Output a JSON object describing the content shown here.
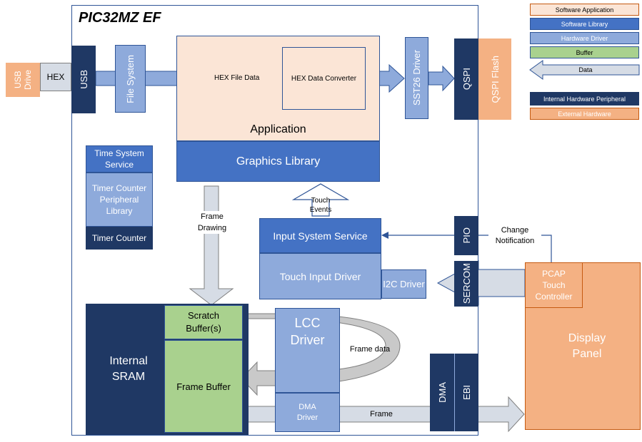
{
  "title": "PIC32MZ EF",
  "blocks": {
    "usb_drive": "USB Drive",
    "hex": "HEX",
    "usb": "USB",
    "file_system": "File System",
    "application": "Application",
    "hex_converter": "HEX Data Converter",
    "graphics_library": "Graphics Library",
    "sst26_driver": "SST26 Driver",
    "qspi": "QSPI",
    "qspi_flash": "QSPI Flash",
    "time_system_service": "Time System Service",
    "timer_counter_plib": "Timer Counter Peripheral Library",
    "timer_counter": "Timer Counter",
    "input_system_service": "Input System Service",
    "touch_input_driver": "Touch Input Driver",
    "i2c_driver": "I2C Driver",
    "pio": "PIO",
    "sercom": "SERCOM",
    "internal_sram": "Internal SRAM",
    "scratch_buffers": "Scratch Buffer(s)",
    "frame_buffer": "Frame Buffer",
    "lcc_driver": "LCC Driver",
    "dma_driver": "DMA Driver",
    "dma": "DMA",
    "ebi": "EBI",
    "pcap_touch_controller": "PCAP Touch Controller",
    "display_panel": "Display Panel"
  },
  "labels": {
    "hex_file_data": "HEX File Data",
    "touch_events": "Touch Events",
    "frame_drawing": "Frame Drawing",
    "change_notification": "Change Notification",
    "frame_data": "Frame data",
    "frame": "Frame"
  },
  "legend": {
    "software_application": "Software Application",
    "software_library": "Software Library",
    "hardware_driver": "Hardware Driver",
    "buffer": "Buffer",
    "data": "Data",
    "internal_hardware_peripheral": "Internal Hardware Peripheral",
    "external_hardware": "External Hardware"
  },
  "colors": {
    "navy": "#1f3864",
    "software_library": "#4472c4",
    "hardware_driver": "#8eaadb",
    "external_hardware": "#f4b183",
    "software_application": "#fbe5d6",
    "buffer": "#a9d18e",
    "data_arrow": "#d6dce5"
  }
}
